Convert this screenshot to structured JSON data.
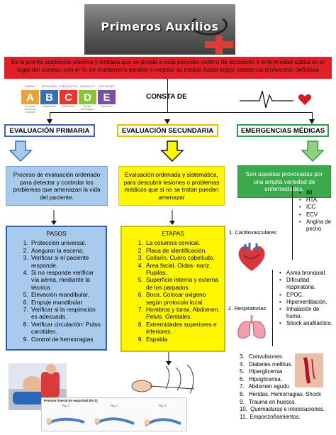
{
  "banner": {
    "title": "Primeros Auxilios"
  },
  "definition": "Es la pronta asistencia efectiva y limitada que se presta a toda persona víctima de accidente o enfermedad súbita  en el lugar del suceso, con el fin de mantenerlo estable o mejorar su estado hasta lograr asistencia profesional definitiva",
  "abcde": {
    "letters": [
      "A",
      "B",
      "C",
      "D",
      "E"
    ],
    "colors": [
      "#e9a23b",
      "#3a6fb0",
      "#e8372f",
      "#8cc23f",
      "#7d4fa0"
    ],
    "top_labels": [
      "AIRWAY",
      "BREATHING",
      "CIRCULATION",
      "DISABILITY",
      "EXPOSURE"
    ],
    "sub_labels": [
      "Vía aérea Control de Columna",
      "Respiración",
      "Circulación",
      "Estado Neurológico",
      "Exposición"
    ]
  },
  "consta_de": "CONSTA DE",
  "categories": [
    {
      "title": "EVALUACIÓN PRIMARIA",
      "color": "#3a68b8"
    },
    {
      "title": "EVALUACIÓN SECUNDARIA",
      "color": "#e2c200"
    },
    {
      "title": "EMERGENCIAS MÉDICAS",
      "color": "#2f9c48"
    }
  ],
  "descriptions": {
    "primaria": "Proceso de evaluación ordenado para detectar y controlar los problemas que amenazan la vida del paciente.",
    "secundaria": "Evaluación ordenada y sistemática, para descubrir lesiones o problemas médicos que si no se tratan pueden amenazar",
    "emergencias": "Son aquellas provocadas por una amplia variedad de enfermedades."
  },
  "pasos": {
    "title": "PASOS",
    "items": [
      "Protección universal.",
      "Asegurar la escena.",
      "Verificar si el paciente responde.",
      "Si no responde verificar vía aérea, mediante la técnica.",
      "Elevación mandibular.",
      "Empuje mandibular",
      "Verificar si la respiración es adecuada.",
      "Verificar circulación: Pulso carotideo.",
      "Control de hemorragias"
    ]
  },
  "etapas": {
    "title": "ETAPAS",
    "items": [
      "La columna cervical.",
      "Placa de identificación.",
      "Collarín. Cuero cabelludo.",
      "Área facial. Oidos- nariz. Pupilas.",
      "Superficie interna y externa de los parpados",
      "Boca. Colocar oxigeno según protocolo local.",
      "Hombros y torax. Abdomen. Pelvis. Genitales.",
      "Extremidades superiores e inferiores.",
      "Espalda"
    ]
  },
  "emergencias": {
    "cardio_label": "1.   Cardiovasculares",
    "cardio_items": [
      "IM",
      "HTA",
      "ICC",
      "ECV",
      "Angina de pecho"
    ],
    "resp_label": "2. Respiratorias",
    "resp_items": [
      "Asma bronquial.",
      "Dificultad respiratoria.",
      "EPOC.",
      "Hiperventilación.",
      "Inhalación de humo.",
      "Shock anafiláctico."
    ],
    "others": [
      {
        "num": "3.",
        "text": "Convulsiones."
      },
      {
        "num": "4.",
        "text": "Diabetes mellitus."
      },
      {
        "num": "5.",
        "text": "Hiperglicemia"
      },
      {
        "num": "6.",
        "text": "Hipoglicemia."
      },
      {
        "num": "7.",
        "text": "Abdomen agudo."
      },
      {
        "num": "8.",
        "text": "Heridas. Hemorragias. Shock"
      },
      {
        "num": "9.",
        "text": "Trauma en huesos."
      },
      {
        "num": "10.",
        "text": "Quemaduras e intoxicaciones."
      },
      {
        "num": "11.",
        "text": "Emponzoñamientos."
      }
    ]
  },
  "posicion_caption": "Posición lateral de seguridad (PLS)",
  "fig_labels": [
    "Fig. 1",
    "Fig. 2",
    "Fig. 3"
  ]
}
